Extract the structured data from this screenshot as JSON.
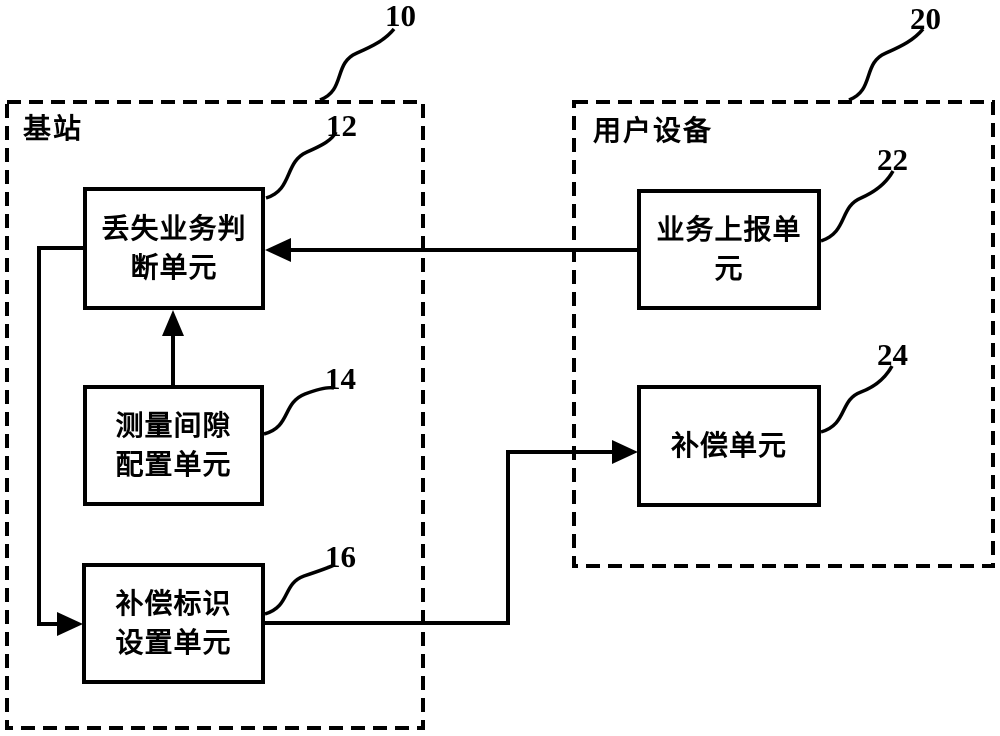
{
  "figure": {
    "type": "block-diagram",
    "background_color": "#ffffff",
    "line_color": "#000000"
  },
  "containers": [
    {
      "ref": "10",
      "label": "基站"
    },
    {
      "ref": "20",
      "label": "用户设备"
    }
  ],
  "blocks": [
    {
      "ref": "12",
      "label": "丢失业务判\n断单元"
    },
    {
      "ref": "14",
      "label": "测量间隙\n配置单元"
    },
    {
      "ref": "16",
      "label": "补偿标识\n设置单元"
    },
    {
      "ref": "22",
      "label": "业务上报单\n元"
    },
    {
      "ref": "24",
      "label": "补偿单元"
    }
  ],
  "connections": [
    {
      "from": "22 业务上报单元",
      "to": "12 丢失业务判断单元",
      "style": "arrow-left"
    },
    {
      "from": "14 测量间隙配置单元",
      "to": "12 丢失业务判断单元",
      "style": "arrow-up"
    },
    {
      "from": "12 丢失业务判断单元",
      "to": "16 补偿标识设置单元",
      "style": "arrow-right-elbow"
    },
    {
      "from": "16 补偿标识设置单元",
      "to": "24 补偿单元",
      "style": "arrow-right-elbow"
    }
  ]
}
